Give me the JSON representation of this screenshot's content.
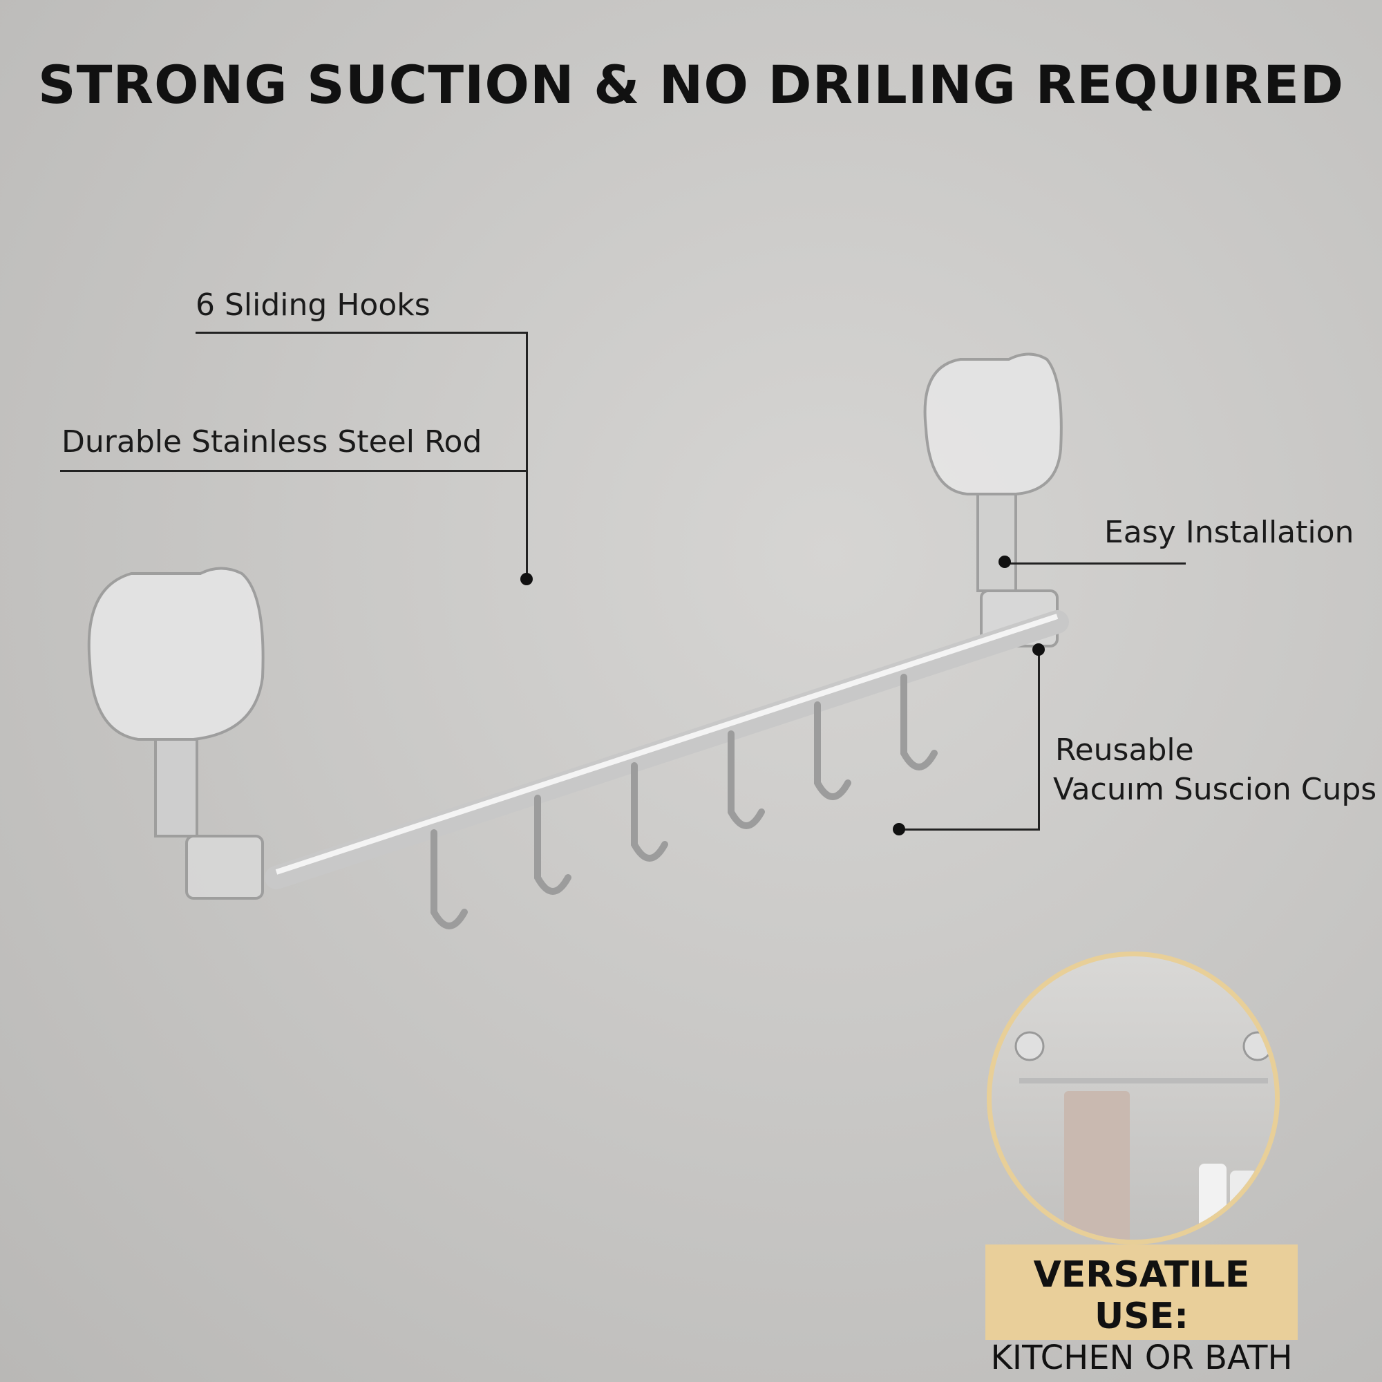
{
  "title": "STRONG SUCTION & NO DRILING REQUIRED",
  "callouts": {
    "hooks": "6 Sliding Hooks",
    "rod": "Durable Stainless Steel Rod",
    "install": "Easy Installation",
    "cups_line1": "Reusable",
    "cups_line2": "Vacuım Suscion Cups"
  },
  "badge": {
    "line1": "VERSATILE USE:",
    "line2": "KITCHEN OR BATH"
  },
  "colors": {
    "accent": "#e9cf9a",
    "text": "#111111"
  }
}
